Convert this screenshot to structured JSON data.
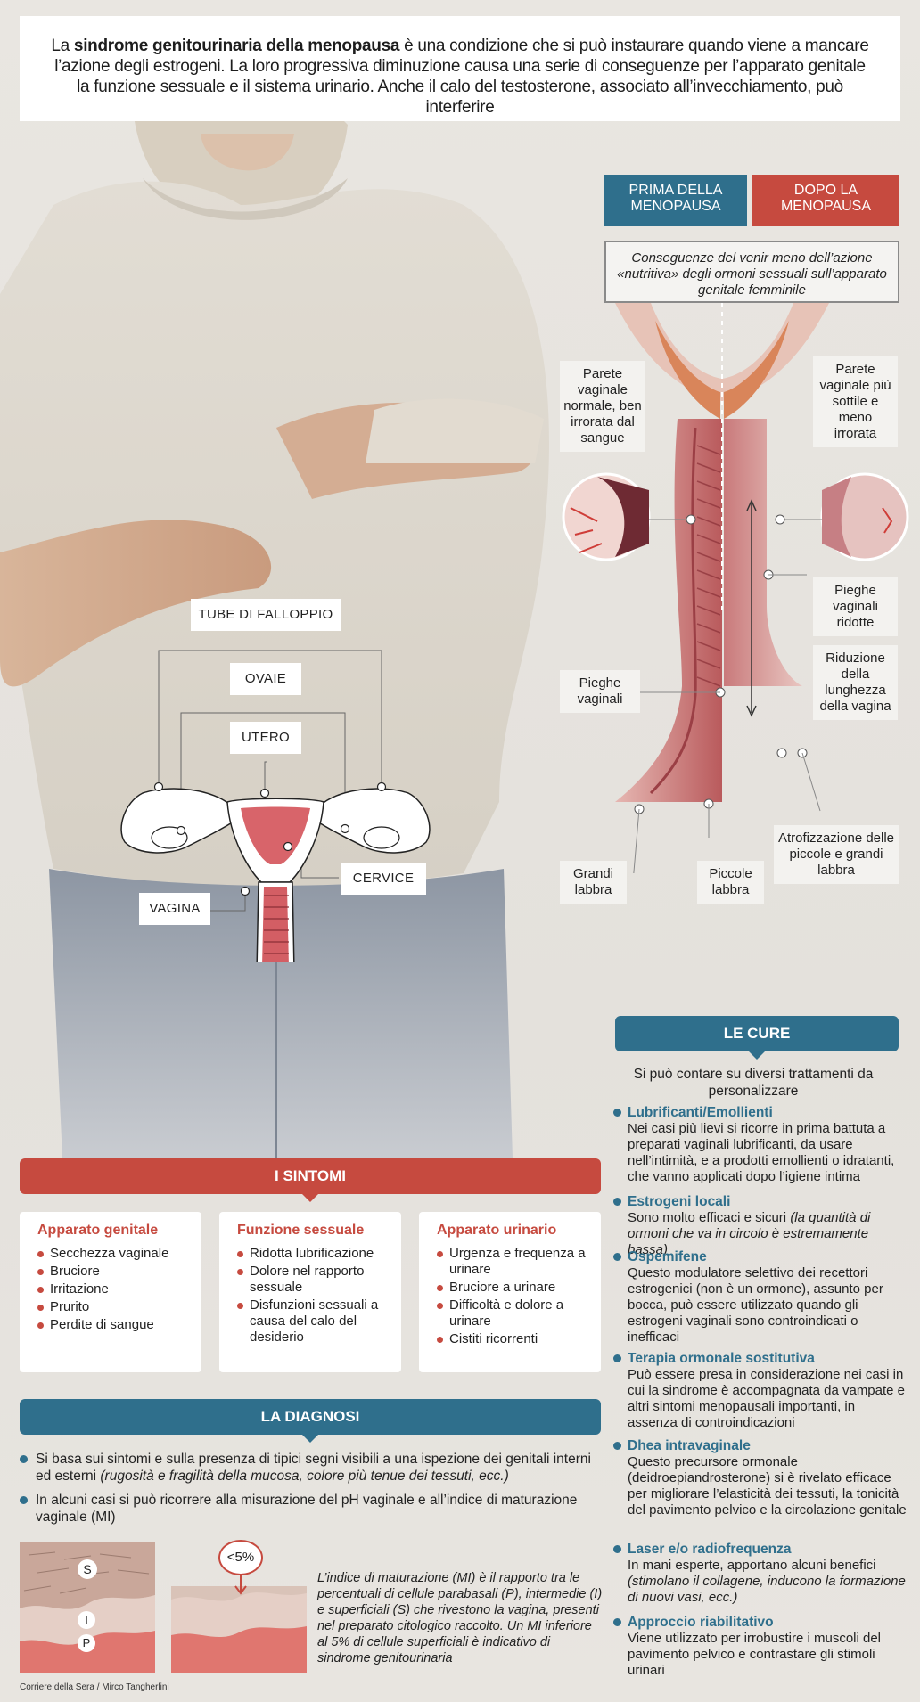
{
  "intro": {
    "part1": "La ",
    "bold": "sindrome genitourinaria della menopausa",
    "part2": " è una condizione che si può instaurare quando viene a mancare l’azione degli estrogeni. La loro progressiva diminuzione causa una serie di conseguenze per l’apparato genitale la funzione sessuale e il sistema urinario. Anche il calo del testosterone, associato all’invecchiamento, può interferire"
  },
  "comparison": {
    "before_header": "PRIMA DELLA MENOPAUSA",
    "after_header": "DOPO LA MENOPAUSA",
    "consequences": "Conseguenze del venir meno dell’azione «nutritiva» degli ormoni sessuali sull’apparato genitale femminile",
    "labels": {
      "wall_normal": "Parete vaginale normale, ben irrorata dal sangue",
      "wall_thin": "Parete vaginale più sottile e meno irrorata",
      "folds_reduced": "Pieghe vaginali ridotte",
      "length_reduced": "Riduzione della lunghezza della vagina",
      "folds": "Pieghe vaginali",
      "labia_atrophy": "Atrofizzazione delle piccole e grandi labbra",
      "labia_major": "Grandi labbra",
      "labia_minor": "Piccole labbra"
    }
  },
  "anatomy": {
    "tubes": "TUBE DI FALLOPPIO",
    "ovaries": "OVAIE",
    "uterus": "UTERO",
    "cervix": "CERVICE",
    "vagina": "VAGINA"
  },
  "symptoms": {
    "title": "I SINTOMI",
    "genital": {
      "title": "Apparato genitale",
      "items": [
        "Secchezza vaginale",
        "Bruciore",
        "Irritazione",
        "Prurito",
        "Perdite di sangue"
      ]
    },
    "sexual": {
      "title": "Funzione sessuale",
      "items": [
        "Ridotta lubrificazione",
        "Dolore nel rapporto sessuale",
        "Disfunzioni sessuali a causa del calo del desiderio"
      ]
    },
    "urinary": {
      "title": "Apparato urinario",
      "items": [
        "Urgenza e frequenza a urinare",
        "Bruciore a urinare",
        "Difficoltà e dolore a urinare",
        "Cistiti ricorrenti"
      ]
    }
  },
  "diagnosis": {
    "title": "LA DIAGNOSI",
    "point1": "Si basa sui sintomi  e sulla presenza di tipici segni visibili a una ispezione dei genitali interni ed esterni",
    "point1_italic": " (rugosità e fragilità della mucosa, colore più tenue dei tessuti, ecc.)",
    "point2": "In alcuni casi si può ricorrere alla misurazione del pH vaginale e all’indice di maturazione vaginale (MI)",
    "mi_text": "L’indice di maturazione (MI) è il rapporto tra le percentuali di cellule parabasali (P), intermedie (I) e superficiali (S) che rivestono la vagina, presenti nel preparato citologico raccolto. Un MI inferiore al 5% di cellule superficiali è indicativo di sindrome genitourinaria",
    "lt5": "<5%",
    "layer_s": "S",
    "layer_i": "I",
    "layer_p": "P"
  },
  "cures": {
    "title": "LE CURE",
    "intro": "Si può contare su diversi trattamenti da personalizzare",
    "items": [
      {
        "title": "Lubrificanti/Emollienti",
        "text": "Nei casi più lievi si ricorre in prima battuta a preparati vaginali lubrificanti, da usare nell’intimità, e a prodotti emollienti o idratanti, che vanno applicati dopo l’igiene intima",
        "italic": ""
      },
      {
        "title": "Estrogeni locali",
        "text": "Sono molto efficaci e sicuri ",
        "italic": "(la quantità di ormoni che va in circolo è estremamente bassa)"
      },
      {
        "title": "Ospemifene",
        "text": "Questo modulatore selettivo dei recettori estrogenici (non è un ormone), assunto per bocca, può essere utilizzato quando gli estrogeni vaginali sono controindicati o inefficaci",
        "italic": ""
      },
      {
        "title": "Terapia ormonale sostitutiva",
        "text": "Può essere presa in considerazione nei casi in cui la sindrome  è accompagnata da vampate e altri sintomi menopausali importanti, in assenza di controindicazioni",
        "italic": ""
      },
      {
        "title": "Dhea intravaginale",
        "text": "Questo precursore ormonale (deidroepiandrosterone) si è rivelato efficace per migliorare l’elasticità dei tessuti, la tonicità del pavimento pelvico e la circolazione genitale",
        "italic": ""
      },
      {
        "title": "Laser e/o radiofrequenza",
        "text": "In mani esperte, apportano alcuni benefici ",
        "italic": "(stimolano il collagene, inducono la formazione di nuovi vasi, ecc.)"
      },
      {
        "title": "Approccio riabilitativo",
        "text": "Viene utilizzato per irrobustire i muscoli del pavimento pelvico e contrastare gli stimoli urinari",
        "italic": ""
      }
    ]
  },
  "credit": "Corriere della Sera / Mirco Tangherlini",
  "colors": {
    "blue": "#2f6f8c",
    "red": "#c64a3f"
  }
}
